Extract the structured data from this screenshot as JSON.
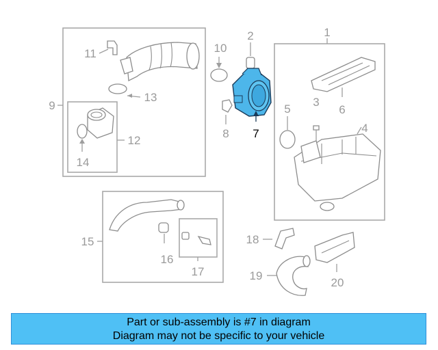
{
  "diagram": {
    "highlight_color": "#4db6ea",
    "callouts": {
      "c1": "1",
      "c2": "2",
      "c3": "3",
      "c4": "4",
      "c5": "5",
      "c6": "6",
      "c7": "7",
      "c8": "8",
      "c9": "9",
      "c10": "10",
      "c11": "11",
      "c12": "12",
      "c13": "13",
      "c14": "14",
      "c15": "15",
      "c16": "16",
      "c17": "17",
      "c18": "18",
      "c19": "19",
      "c20": "20"
    }
  },
  "banner": {
    "background": "#4fc0f5",
    "line1": "Part or sub-assembly is #7 in diagram",
    "line2": "Diagram may not be specific to your vehicle"
  }
}
